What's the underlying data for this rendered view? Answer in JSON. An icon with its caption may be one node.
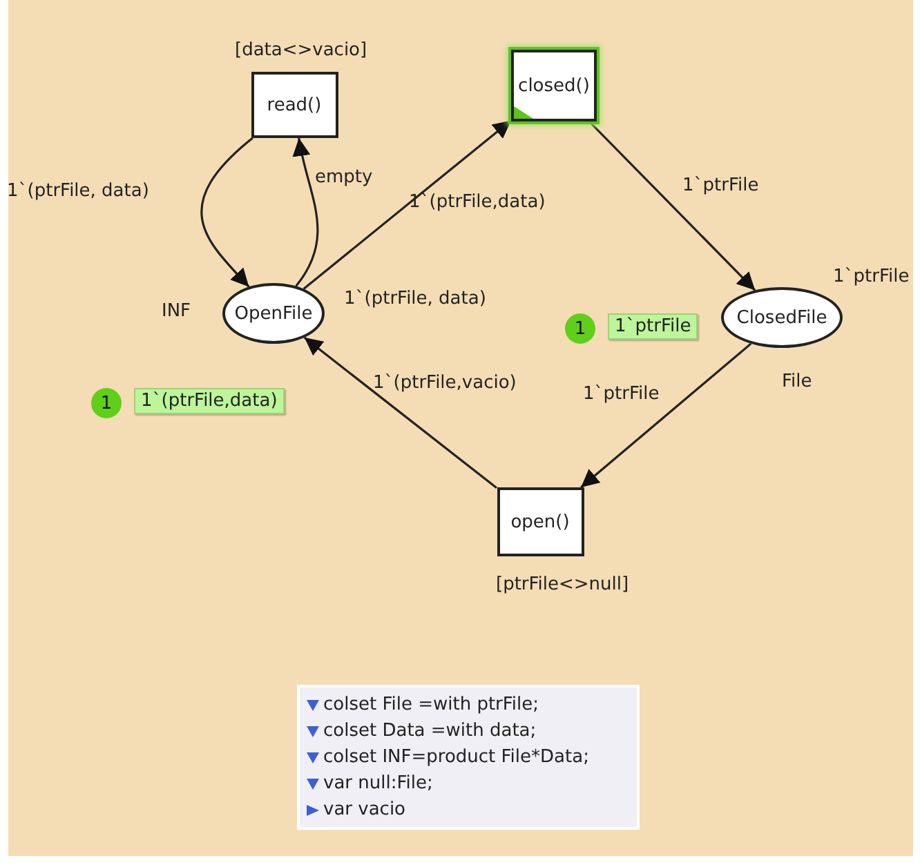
{
  "diagram": {
    "nodes": [
      {
        "text": [
          "read()"
        ],
        "beside": [
          "[data<>vacio]"
        ]
      },
      {
        "text": [
          "closed()"
        ]
      },
      {
        "text": [
          "OpenFile"
        ],
        "beside": [
          "INF",
          "1`(ptrFile, data)",
          "1",
          "1`(ptrFile,data)"
        ]
      },
      {
        "text": [
          "ClosedFile"
        ],
        "beside": [
          "1`ptrFile",
          "File",
          "1",
          "1`ptrFile"
        ]
      },
      {
        "text": [
          "open()"
        ],
        "beside": [
          "[ptrFile<>null]"
        ]
      }
    ],
    "edges": [
      {
        "from": 0,
        "to": 2,
        "arrow": "to",
        "label": "1`(ptrFile, data)"
      },
      {
        "from": 2,
        "to": 0,
        "arrow": "to",
        "label": "empty"
      },
      {
        "from": 2,
        "to": 1,
        "arrow": "to",
        "label": "1`(ptrFile,data)"
      },
      {
        "from": 1,
        "to": 3,
        "arrow": "to",
        "label": "1`ptrFile"
      },
      {
        "from": 3,
        "to": 4,
        "arrow": "to",
        "label": "1`ptrFile"
      },
      {
        "from": 4,
        "to": 2,
        "arrow": "to",
        "label": "1`(ptrFile,vacio)"
      }
    ],
    "labels": [
      "colset File =with ptrFile;",
      "colset Data =with data;",
      "colset INF=product File*Data;",
      "var null:File;",
      "var vacio"
    ]
  }
}
